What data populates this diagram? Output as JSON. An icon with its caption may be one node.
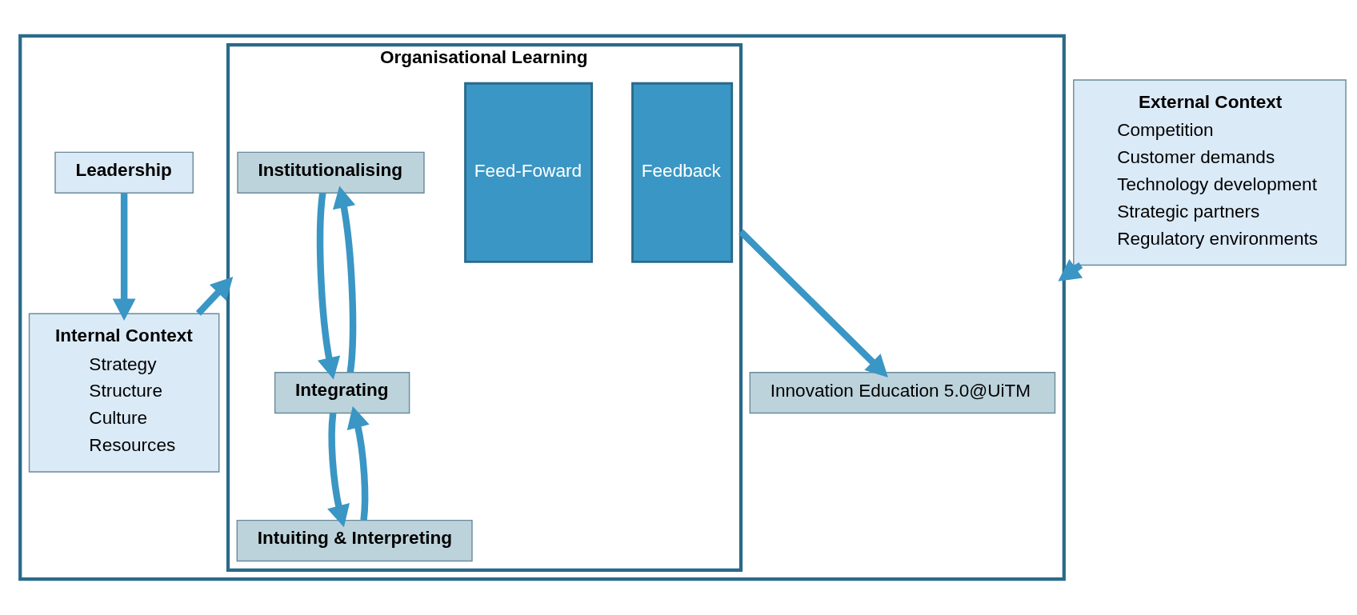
{
  "diagram": {
    "nodes": [
      {
        "text": [],
        "shape": "box"
      },
      {
        "text": [
          "Organisational Learning"
        ],
        "in": 0
      },
      {
        "text": [
          "Institutionalising"
        ],
        "in": 1
      },
      {
        "text": [
          "Integrating"
        ],
        "in": 1
      },
      {
        "text": [
          "Intuiting & Interpreting"
        ],
        "in": 1
      },
      {
        "text": [
          "Feed-Foward"
        ],
        "in": 1
      },
      {
        "text": [
          "Feedback"
        ],
        "in": 1
      },
      {
        "text": [
          "Innovation Education 5.0@UiTM"
        ],
        "in": 0
      },
      {
        "text": [
          "Leadership"
        ],
        "in": 0
      },
      {
        "text": [
          "Internal Context",
          "Strategy",
          "Structure",
          "Culture",
          "Resources"
        ],
        "in": 0
      },
      {
        "text": [
          "External Context",
          "Competition",
          "Customer demands",
          "Technology development",
          "Strategic partners",
          "Regulatory environments"
        ]
      }
    ],
    "edges": [
      {
        "from": 3,
        "to": 2,
        "arrow": "to"
      },
      {
        "from": 2,
        "to": 3,
        "arrow": "to"
      },
      {
        "from": 4,
        "to": 3,
        "arrow": "to"
      },
      {
        "from": 3,
        "to": 4,
        "arrow": "to"
      },
      {
        "from": 1,
        "to": 7,
        "arrow": "to"
      },
      {
        "from": 8,
        "to": 9,
        "arrow": "to"
      },
      {
        "from": 9,
        "to": 1,
        "arrow": "to"
      },
      {
        "from": 10,
        "to": 0,
        "arrow": "to"
      }
    ]
  }
}
